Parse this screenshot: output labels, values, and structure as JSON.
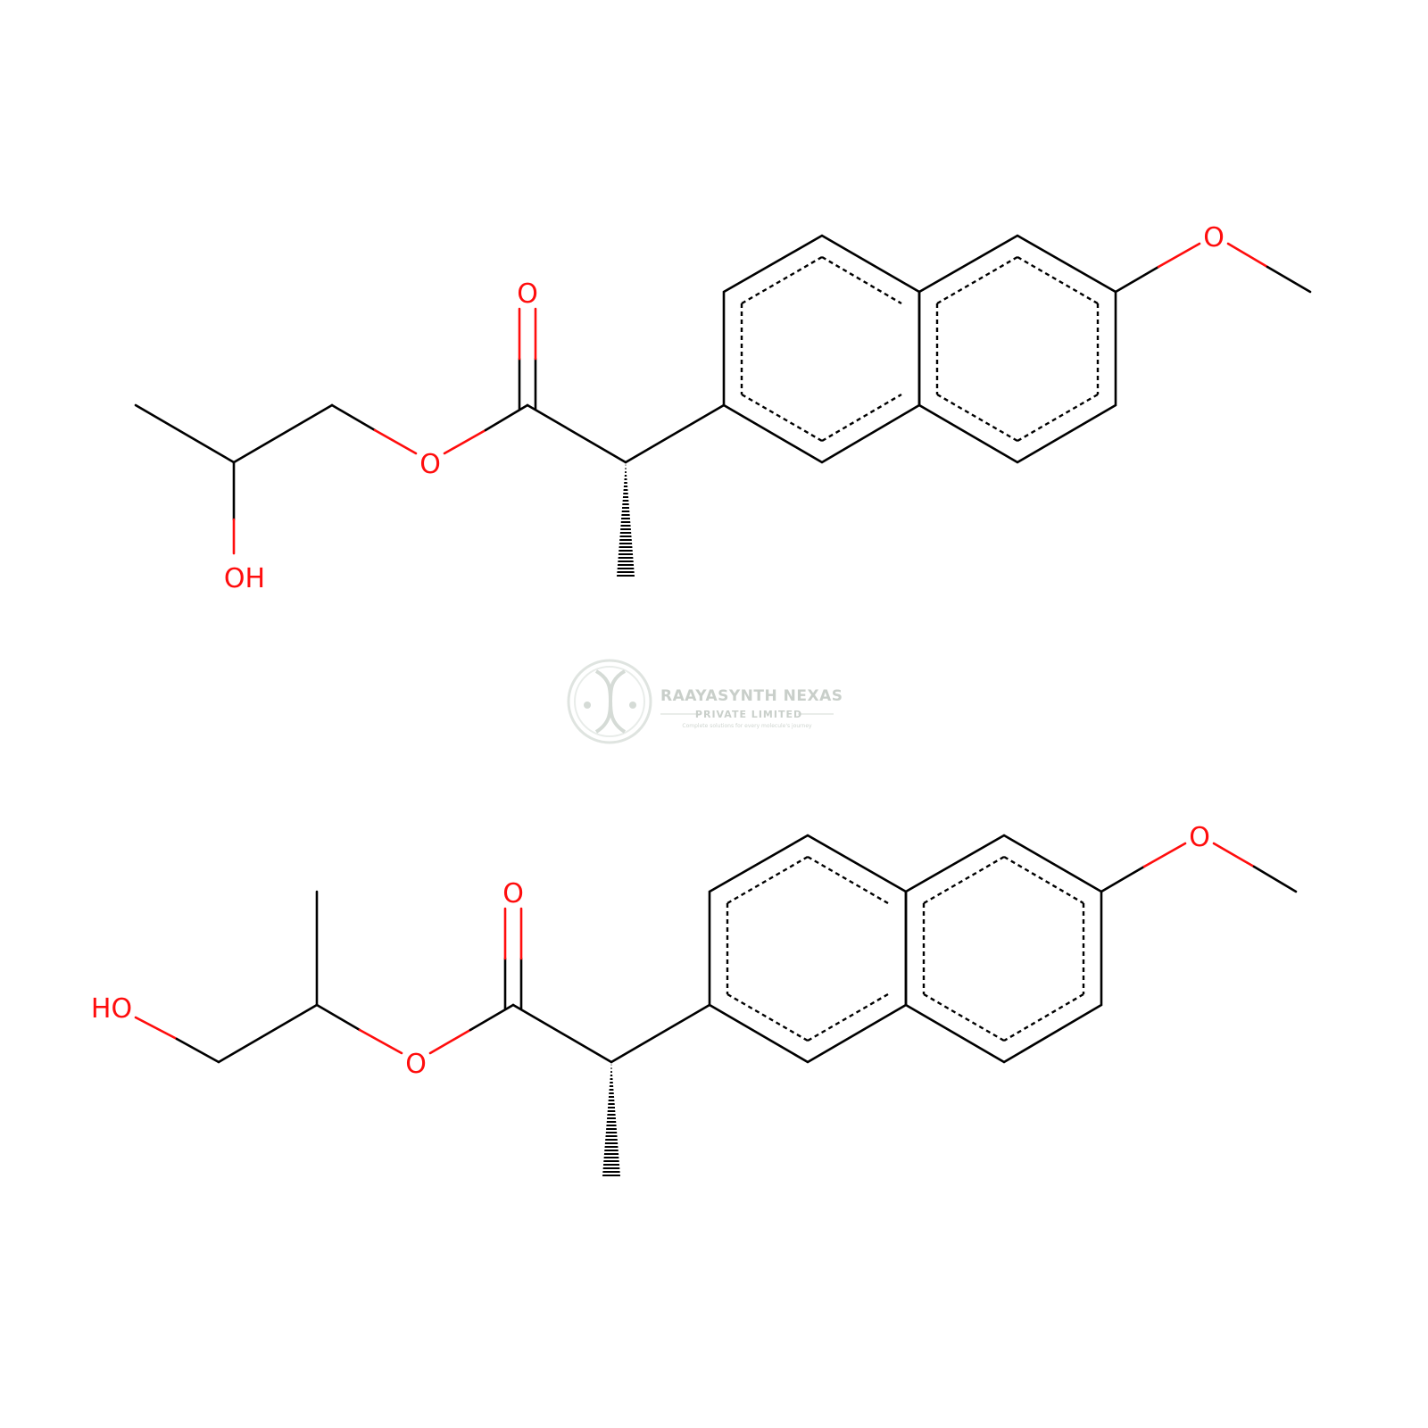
{
  "molecules": [
    {
      "atoms": {
        "carbonyl_o": "O",
        "ester_o": "O",
        "hydroxyl": "OH",
        "methoxy_o": "O"
      }
    },
    {
      "atoms": {
        "carbonyl_o": "O",
        "ester_o": "O",
        "hydroxyl": "HO",
        "methoxy_o": "O"
      }
    }
  ],
  "watermark": {
    "title": "RAAYASYNTH NEXAS",
    "subtitle": "PRIVATE LIMITED",
    "tagline": "Complete solutions for every molecule's journey"
  },
  "colors": {
    "bond": "#000000",
    "heteroatom_oxygen": "#ff0d0d",
    "watermark": "#c9cfca"
  }
}
